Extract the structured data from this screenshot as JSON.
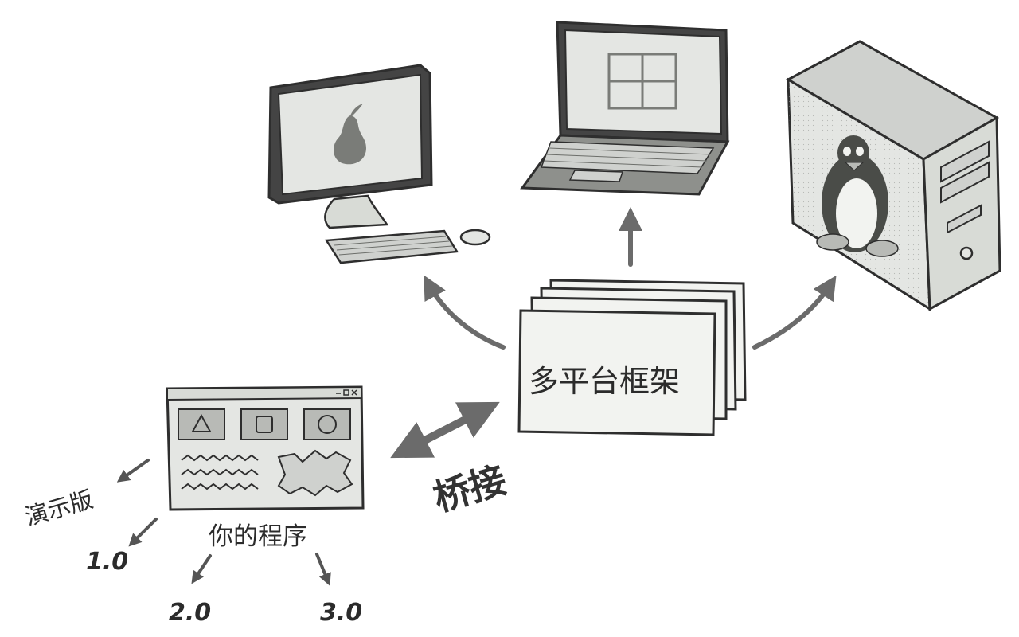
{
  "diagram": {
    "framework_label": "多平台框架",
    "bridge_label": "桥接",
    "program_label": "你的程序",
    "version_labels": {
      "demo": "演示版",
      "v1": "1.0",
      "v2": "2.0",
      "v3": "3.0"
    },
    "platform_icons": {
      "mac": "pear-logo-icon",
      "windows": "window-logo-icon",
      "linux": "penguin-logo-icon"
    },
    "colors": {
      "outline": "#2e2e2e",
      "fill_light": "#e4e6e3",
      "fill_mid": "#cfd1ce",
      "arrow": "#6b6b6b",
      "screen": "#d8dbd6"
    }
  }
}
